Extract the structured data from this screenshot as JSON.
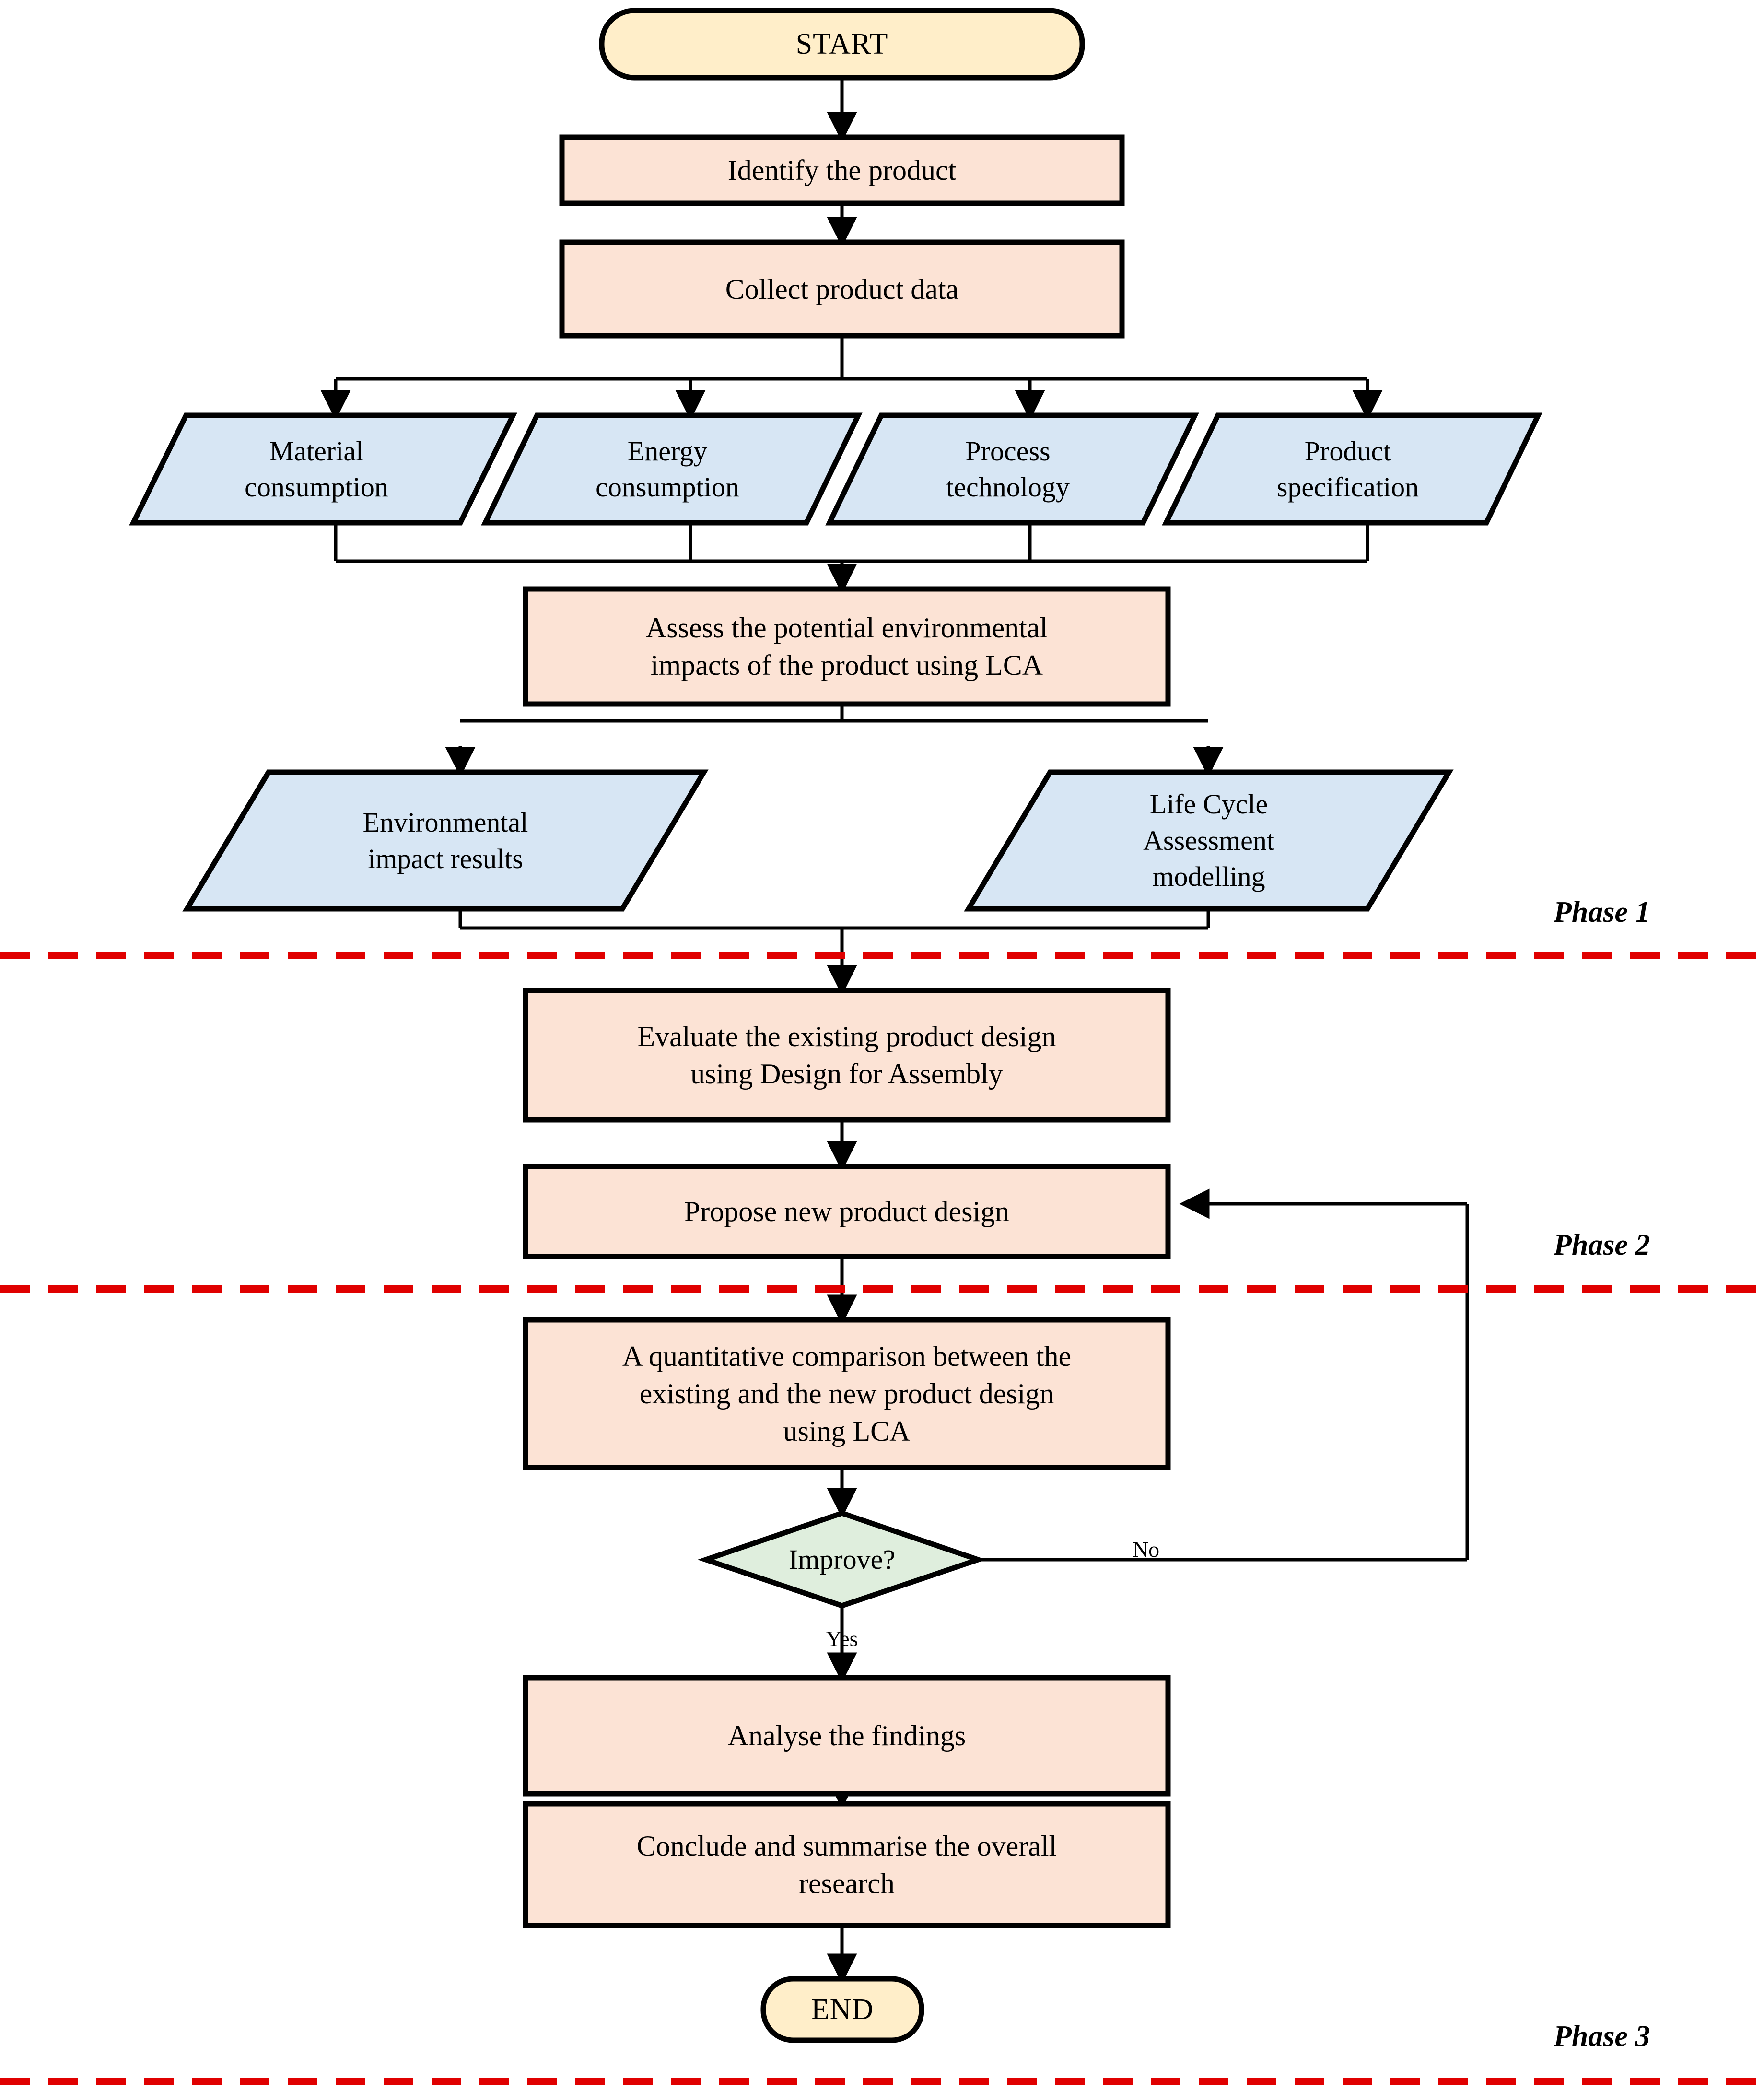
{
  "diagram": {
    "title": "Research methodology flowchart",
    "colors": {
      "terminal_fill": "#ffeec9",
      "process_fill": "#fce3d5",
      "data_fill": "#d7e6f4",
      "decision_fill": "#dfeedd",
      "stroke": "#000000",
      "phase_divider": "#e00000",
      "background": "#ffffff"
    }
  },
  "nodes": {
    "start": {
      "label": "START",
      "shape": "terminal"
    },
    "identify": {
      "label": "Identify the product",
      "shape": "process"
    },
    "collect": {
      "label": "Collect product data",
      "shape": "process"
    },
    "material": {
      "label": "Material\nconsumption",
      "shape": "data"
    },
    "energy": {
      "label": "Energy\nconsumption",
      "shape": "data"
    },
    "process_tech": {
      "label": "Process\ntechnology",
      "shape": "data"
    },
    "product_spec": {
      "label": "Product\nspecification",
      "shape": "data"
    },
    "assess": {
      "label": "Assess the potential environmental\nimpacts of the product using LCA",
      "shape": "process"
    },
    "env_results": {
      "label": "Environmental\nimpact results",
      "shape": "data"
    },
    "lca_model": {
      "label": "Life Cycle\nAssessment\nmodelling",
      "shape": "data"
    },
    "evaluate": {
      "label": "Evaluate the existing product design\nusing Design for Assembly",
      "shape": "process"
    },
    "propose": {
      "label": "Propose new product design",
      "shape": "process"
    },
    "compare": {
      "label": "A quantitative comparison between the\nexisting and the new product design\nusing LCA",
      "shape": "process"
    },
    "improve": {
      "label": "Improve?",
      "shape": "decision"
    },
    "analyse": {
      "label": "Analyse the findings",
      "shape": "process"
    },
    "conclude": {
      "label": "Conclude and summarise the overall\nresearch",
      "shape": "process"
    },
    "end": {
      "label": "END",
      "shape": "terminal"
    }
  },
  "edge_labels": {
    "no": "No",
    "yes": "Yes"
  },
  "phases": [
    {
      "label": "Phase 1"
    },
    {
      "label": "Phase 2"
    },
    {
      "label": "Phase 3"
    }
  ]
}
